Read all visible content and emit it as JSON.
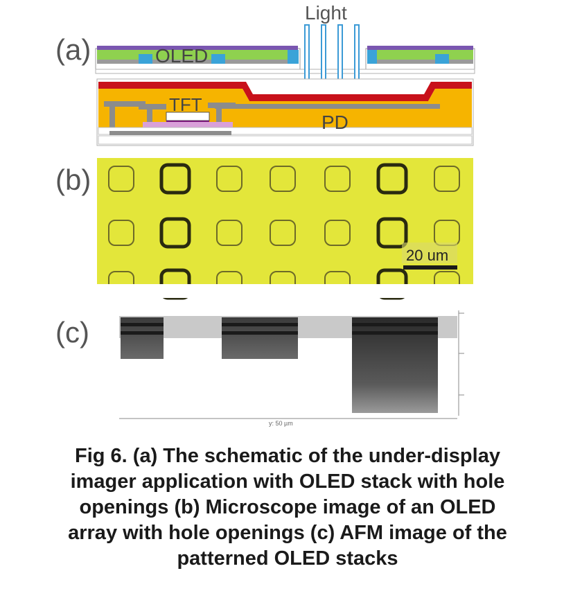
{
  "panels": {
    "a": {
      "label": "(a)",
      "oled_label": "OLED",
      "light_label": "Light",
      "tft_label": "TFT",
      "pd_label": "PD"
    },
    "b": {
      "label": "(b)",
      "scale_bar_label": "20 um"
    },
    "c": {
      "label": "(c)",
      "axis_label": "y: 50 µm"
    }
  },
  "caption": {
    "line1": "Fig 6. (a) The schematic of the under-display",
    "line2": "imager application with OLED stack with hole",
    "line3": "openings (b) Microscope image of an OLED",
    "line4": "array with hole openings (c) AFM image of the",
    "line5": "patterned OLED stacks"
  },
  "colors": {
    "oled_green": "#8fd14f",
    "oled_purple": "#7a56b0",
    "red_layer": "#c8111a",
    "pd_orange": "#f6b400",
    "metal_gray": "#8c8c8c",
    "blue_contact": "#3aa3d8",
    "microscope_yellow": "#e3e63a"
  }
}
